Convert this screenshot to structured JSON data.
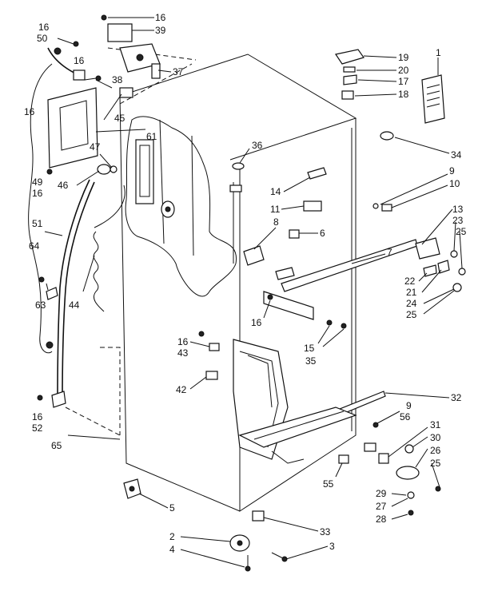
{
  "figure": {
    "labels": [
      {
        "id": "c16a",
        "text": "16"
      },
      {
        "id": "c39",
        "text": "39"
      },
      {
        "id": "c16b",
        "text": "16"
      },
      {
        "id": "c50",
        "text": "50"
      },
      {
        "id": "c16c",
        "text": "16"
      },
      {
        "id": "c38",
        "text": "38"
      },
      {
        "id": "c37",
        "text": "37"
      },
      {
        "id": "c16d",
        "text": "16"
      },
      {
        "id": "c45",
        "text": "45"
      },
      {
        "id": "c61",
        "text": "61"
      },
      {
        "id": "c47",
        "text": "47"
      },
      {
        "id": "c49",
        "text": "49"
      },
      {
        "id": "c16e",
        "text": "16"
      },
      {
        "id": "c46",
        "text": "46"
      },
      {
        "id": "c51",
        "text": "51"
      },
      {
        "id": "c64",
        "text": "64"
      },
      {
        "id": "c63",
        "text": "63"
      },
      {
        "id": "c44",
        "text": "44"
      },
      {
        "id": "c16f",
        "text": "16"
      },
      {
        "id": "c52",
        "text": "52"
      },
      {
        "id": "c65",
        "text": "65"
      },
      {
        "id": "c19",
        "text": "19"
      },
      {
        "id": "c20",
        "text": "20"
      },
      {
        "id": "c17",
        "text": "17"
      },
      {
        "id": "c18",
        "text": "18"
      },
      {
        "id": "c1",
        "text": "1"
      },
      {
        "id": "c34",
        "text": "34"
      },
      {
        "id": "c36",
        "text": "36"
      },
      {
        "id": "c9a",
        "text": "9"
      },
      {
        "id": "c10",
        "text": "10"
      },
      {
        "id": "c14",
        "text": "14"
      },
      {
        "id": "c11",
        "text": "11"
      },
      {
        "id": "c13",
        "text": "13"
      },
      {
        "id": "c23",
        "text": "23"
      },
      {
        "id": "c25a",
        "text": "25"
      },
      {
        "id": "c8",
        "text": "8"
      },
      {
        "id": "c6",
        "text": "6"
      },
      {
        "id": "c7",
        "text": "7"
      },
      {
        "id": "c22",
        "text": "22"
      },
      {
        "id": "c21",
        "text": "21"
      },
      {
        "id": "c24",
        "text": "24"
      },
      {
        "id": "c25b",
        "text": "25"
      },
      {
        "id": "c16g",
        "text": "16"
      },
      {
        "id": "c15",
        "text": "15"
      },
      {
        "id": "c35",
        "text": "35"
      },
      {
        "id": "c16h",
        "text": "16"
      },
      {
        "id": "c43",
        "text": "43"
      },
      {
        "id": "c42",
        "text": "42"
      },
      {
        "id": "c32",
        "text": "32"
      },
      {
        "id": "c9b",
        "text": "9"
      },
      {
        "id": "c56",
        "text": "56"
      },
      {
        "id": "c31",
        "text": "31"
      },
      {
        "id": "c30",
        "text": "30"
      },
      {
        "id": "c26",
        "text": "26"
      },
      {
        "id": "c25c",
        "text": "25"
      },
      {
        "id": "c55",
        "text": "55"
      },
      {
        "id": "c29",
        "text": "29"
      },
      {
        "id": "c27",
        "text": "27"
      },
      {
        "id": "c28",
        "text": "28"
      },
      {
        "id": "c5",
        "text": "5"
      },
      {
        "id": "c2",
        "text": "2"
      },
      {
        "id": "c33",
        "text": "33"
      },
      {
        "id": "c4",
        "text": "4"
      },
      {
        "id": "c3",
        "text": "3"
      }
    ]
  }
}
